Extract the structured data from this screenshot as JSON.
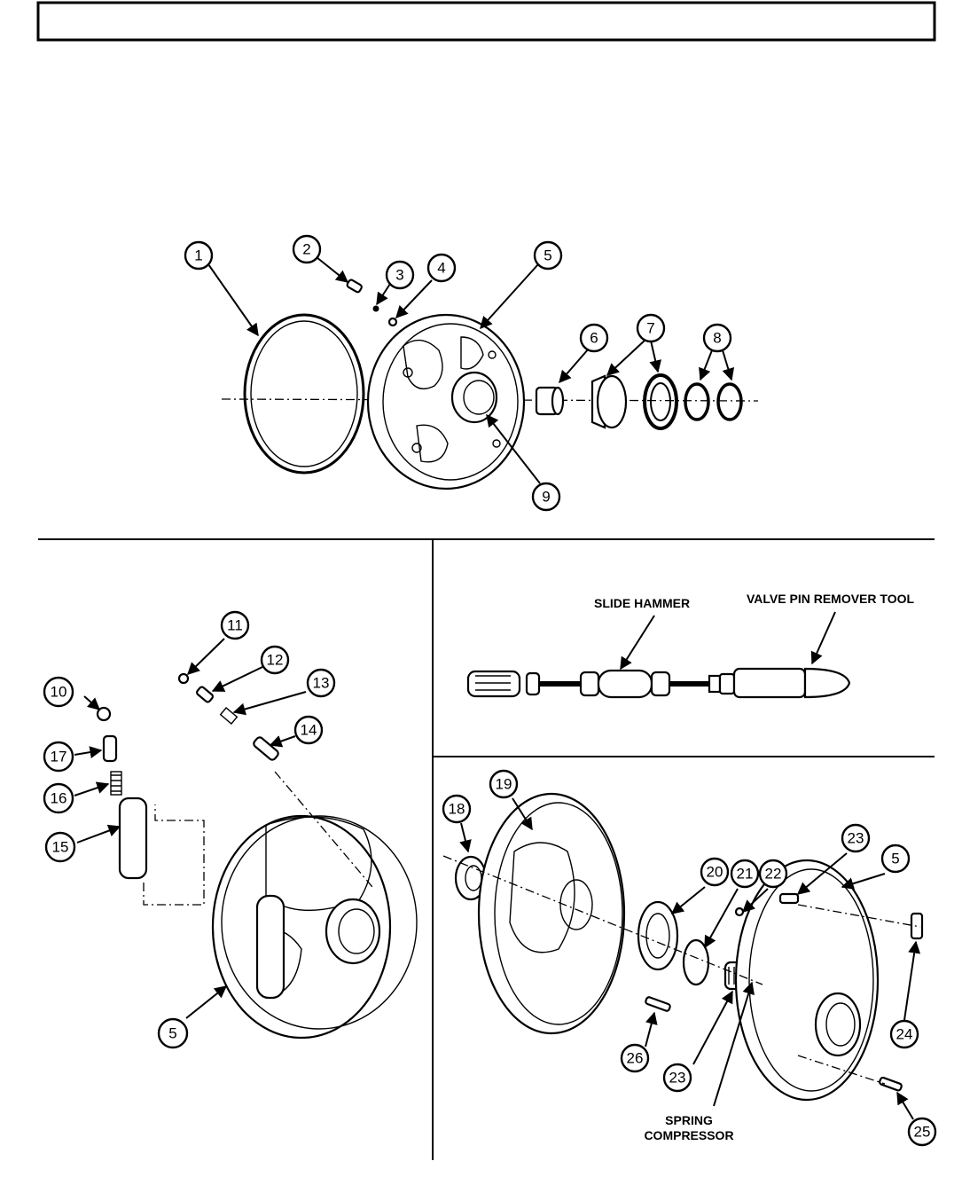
{
  "header": {
    "title": ""
  },
  "callouts": [
    "1",
    "2",
    "3",
    "4",
    "5",
    "6",
    "7",
    "8",
    "9",
    "10",
    "11",
    "12",
    "13",
    "14",
    "15",
    "16",
    "17",
    "18",
    "19",
    "20",
    "21",
    "22",
    "23",
    "24",
    "25",
    "26"
  ],
  "labels": {
    "slide_hammer": "SLIDE HAMMER",
    "valve_pin_remover_tool": "VALVE PIN REMOVER TOOL",
    "spring_compressor_line1": "SPRING",
    "spring_compressor_line2": "COMPRESSOR"
  }
}
